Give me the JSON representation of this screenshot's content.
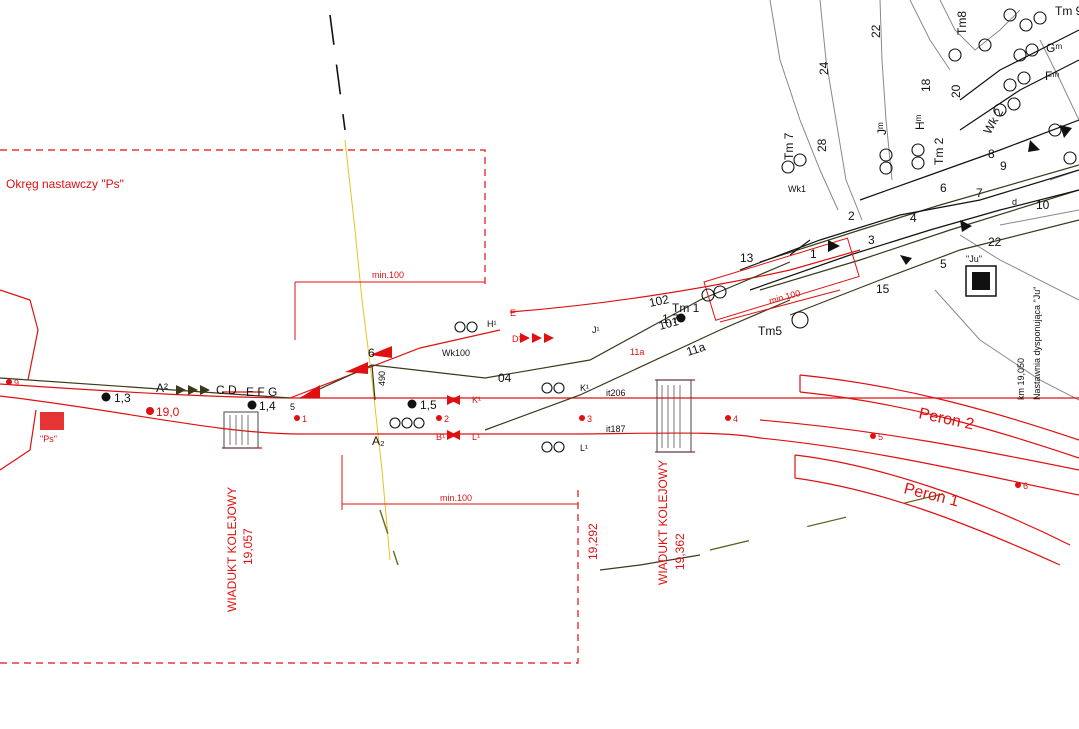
{
  "district": {
    "label": "Okręg nastawczy \"Ps\""
  },
  "platforms": {
    "peron2": "Peron 2",
    "peron1": "Peron 1"
  },
  "viaducts": [
    {
      "name": "WIADUKT KOLEJOWY",
      "km": "19,057"
    },
    {
      "name": "WIADUKT KOLEJOWY",
      "km": "19,362"
    }
  ],
  "km_marker": "19,292",
  "ps_box": "\"Ps\"",
  "ju_box": "\"Ju\"",
  "ju_note": "Nastawnia dysponująca \"Ju\"",
  "ju_km": "km 19,050",
  "dimensions": {
    "top": "min.100",
    "bottom": "min.100",
    "right": "min.100"
  },
  "signals": {
    "A2top": "A²",
    "A2bot": "A₂",
    "CD": "C D",
    "EFG": "E F G",
    "B1": "B¹",
    "H1": "H¹",
    "D1": "D¹",
    "E": "E",
    "J1": "J¹",
    "K1a": "K¹",
    "K1b": "K¹",
    "L1a": "L¹",
    "L1b": "L¹",
    "Hm": "Hᵐ",
    "Gm": "Gᵐ",
    "Fm": "Fᵐ",
    "Jm": "Jᵐ",
    "Tm1": "Tm 1",
    "Tm2": "Tm 2",
    "Tm5": "Tm5",
    "Tm7": "Tm 7",
    "Tm8": "Tm8",
    "Tm9": "Tm 9",
    "Wk1": "Wk1",
    "Wk2": "Wk 2",
    "Wk100": "Wk100"
  },
  "tracks": {
    "t102": "102",
    "t101": "101",
    "t11a": "11a",
    "t11a2": "11a",
    "it206": "it206",
    "it187": "it187",
    "t13": "13",
    "t15": "15",
    "t1": "1",
    "t2": "2",
    "t3": "3",
    "t4": "4",
    "t5": "5",
    "t6": "6",
    "t7": "7",
    "t8": "8",
    "t9": "9",
    "t10": "10",
    "t18": "18",
    "t20": "20",
    "t22": "22",
    "t24": "24",
    "t28": "28",
    "t22b": "22"
  },
  "switches": {
    "s13": "1,3",
    "s14": "1,4",
    "s15": "1,5",
    "s17": "1,7",
    "s190": "19,0",
    "s5": "5",
    "s6": "6",
    "s04": "04",
    "sw1": "1",
    "sw2": "2",
    "sw3": "3",
    "sw4": "4",
    "sw5": "5",
    "sw6": "6",
    "sw9": "9"
  },
  "misc": {
    "x490": "490",
    "dd": "d"
  },
  "colors": {
    "red": "#e01010",
    "black": "#111111",
    "olive": "#5a5a1a",
    "yellow": "#e8c21a",
    "gray": "#888888"
  }
}
